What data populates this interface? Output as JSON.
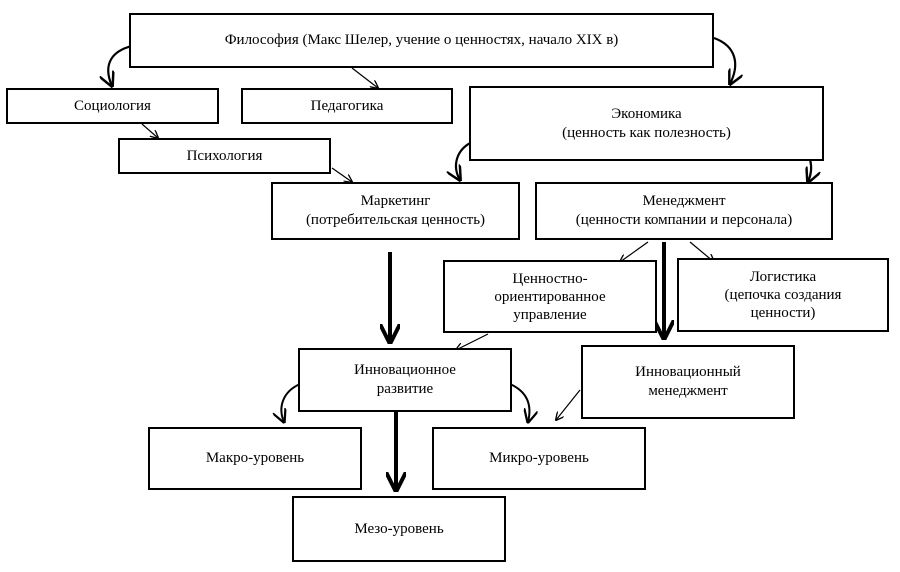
{
  "nodes": {
    "philosophy": {
      "line1": "Философия (Макс Шелер, учение о ценностях, начало XIX в)"
    },
    "sociology": {
      "line1": "Социология"
    },
    "pedagogy": {
      "line1": "Педагогика"
    },
    "economics": {
      "line1": "Экономика",
      "line2": "(ценность как полезность)"
    },
    "psychology": {
      "line1": "Психология"
    },
    "marketing": {
      "line1": "Маркетинг",
      "line2": "(потребительская ценность)"
    },
    "management": {
      "line1": "Менеджмент",
      "line2": "(ценности компании и персонала)"
    },
    "value_mgmt": {
      "line1": "Ценностно-",
      "line2": "ориентированное",
      "line3": "управление"
    },
    "logistics": {
      "line1": "Логистика",
      "line2": "(цепочка создания",
      "line3": "ценности)"
    },
    "innov_dev": {
      "line1": "Инновационное",
      "line2": "развитие"
    },
    "innov_mgmt": {
      "line1": "Инновационный",
      "line2": "менеджмент"
    },
    "macro": {
      "line1": "Макро-уровень"
    },
    "micro": {
      "line1": "Микро-уровень"
    },
    "meso": {
      "line1": "Мезо-уровень"
    }
  },
  "colors": {
    "stroke": "#000000",
    "background": "#ffffff"
  }
}
